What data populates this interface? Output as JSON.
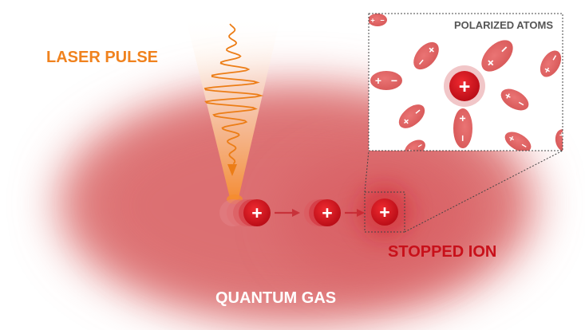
{
  "labels": {
    "laser_pulse": "LASER PULSE",
    "quantum_gas": "QUANTUM GAS",
    "stopped_ion": "STOPPED ION",
    "polarized_atoms": "POLARIZED ATOMS"
  },
  "symbols": {
    "plus": "+",
    "minus": "−"
  },
  "colors": {
    "gas_cloud": "#de7274",
    "ion": "#d0101b",
    "atom": "#e06060",
    "laser": "#f0821e",
    "label_orange": "#f0821e",
    "label_red": "#c8101a",
    "label_white": "#ffffff",
    "label_gray": "#555555"
  }
}
